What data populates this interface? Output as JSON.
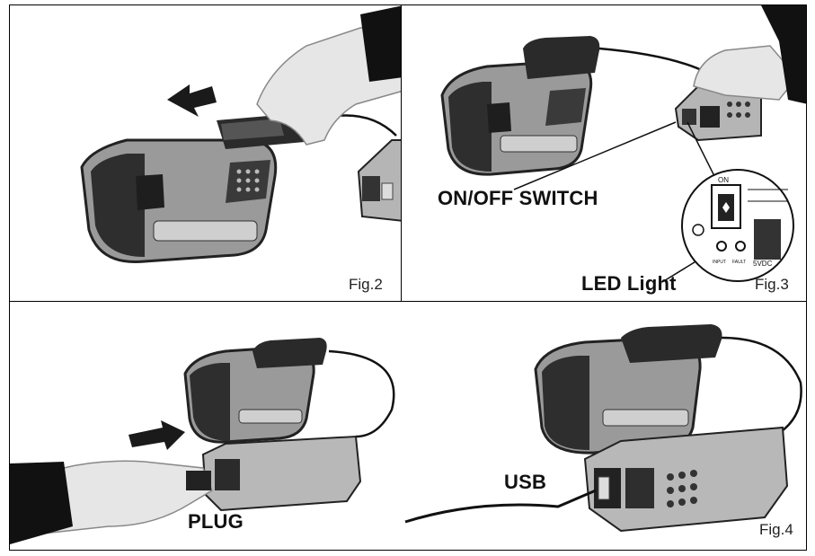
{
  "figures": {
    "fig2": {
      "label": "Fig.2"
    },
    "fig3": {
      "label": "Fig.3",
      "callouts": {
        "switch": "ON/OFF SWITCH",
        "led": "LED Light"
      },
      "zoom_tiny": {
        "on": "ON",
        "input": "INPUT",
        "fault": "FAULT",
        "usb": "5VDC"
      }
    },
    "fig4": {
      "label": "Fig.4",
      "callouts": {
        "plug": "PLUG",
        "usb": "USB"
      }
    }
  },
  "colors": {
    "border": "#000000",
    "device_dark": "#2a2a2a",
    "device_mid": "#8c8c8c",
    "device_light": "#c9c9c9"
  }
}
